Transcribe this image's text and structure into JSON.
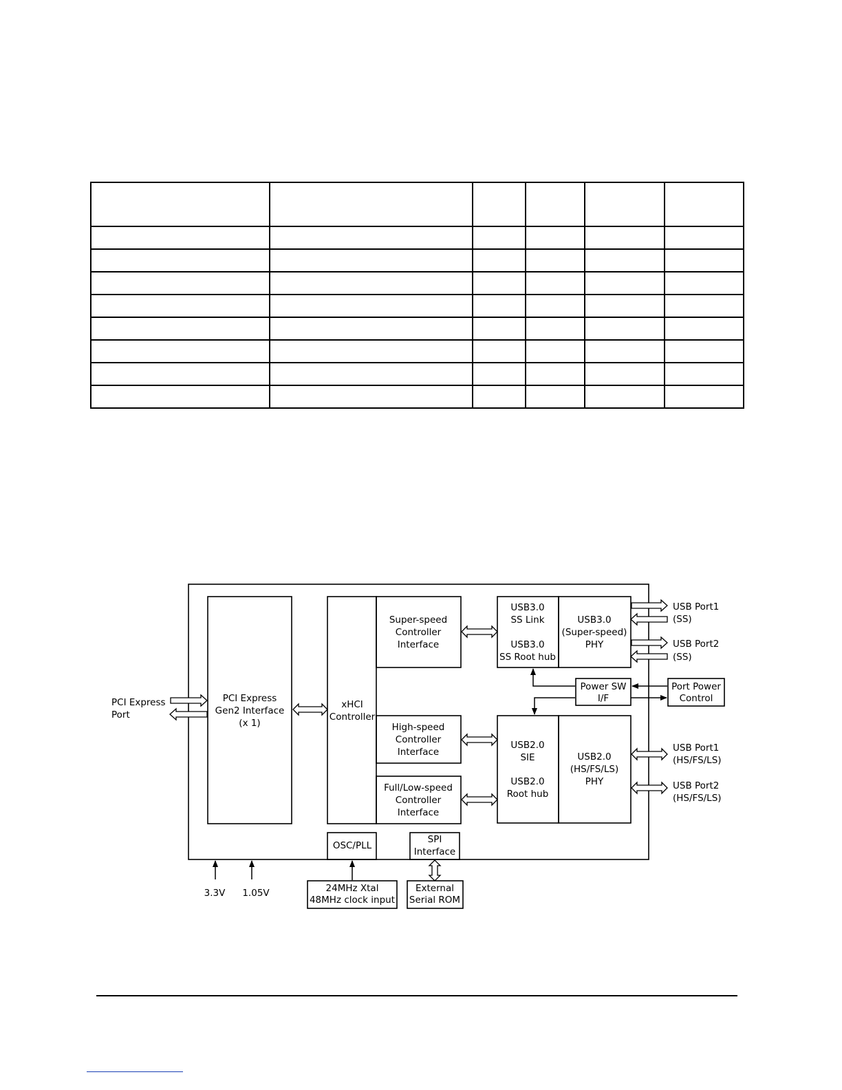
{
  "table": {
    "header_cells": [
      "",
      "",
      "",
      "",
      "",
      ""
    ],
    "rows": [
      [
        "",
        "",
        "",
        "",
        "",
        ""
      ],
      [
        "",
        "",
        "",
        "",
        "",
        ""
      ],
      [
        "",
        "",
        "",
        "",
        "",
        ""
      ],
      [
        "",
        "",
        "",
        "",
        "",
        ""
      ],
      [
        "",
        "",
        "",
        "",
        "",
        ""
      ],
      [
        "",
        "",
        "",
        "",
        "",
        ""
      ],
      [
        "",
        "",
        "",
        "",
        "",
        ""
      ],
      [
        "",
        "",
        "",
        "",
        "",
        ""
      ]
    ]
  },
  "diagram": {
    "pcie_interface": [
      "PCI Express",
      "Gen2 Interface",
      "(x 1)"
    ],
    "pcie_port": [
      "PCI Express",
      "Port"
    ],
    "xhci": [
      "xHCI",
      "Controller"
    ],
    "ss_controller": [
      "Super-speed",
      "Controller",
      "Interface"
    ],
    "hs_controller": [
      "High-speed",
      "Controller",
      "Interface"
    ],
    "fls_controller": [
      "Full/Low-speed",
      "Controller",
      "Interface"
    ],
    "usb3_link": [
      "USB3.0",
      "SS Link",
      "USB3.0",
      "SS Root hub"
    ],
    "usb3_phy": [
      "USB3.0",
      "(Super-speed)",
      "PHY"
    ],
    "usb2_sie": [
      "USB2.0",
      "SIE",
      "USB2.0",
      "Root hub"
    ],
    "usb2_phy": [
      "USB2.0",
      "(HS/FS/LS)",
      "PHY"
    ],
    "power_sw": [
      "Power SW",
      "I/F"
    ],
    "port_power": [
      "Port Power",
      "Control"
    ],
    "usb3_port1": [
      "USB Port1",
      "(SS)"
    ],
    "usb3_port2": [
      "USB Port2",
      "(SS)"
    ],
    "usb2_port1": [
      "USB Port1",
      "(HS/FS/LS)"
    ],
    "usb2_port2": [
      "USB Port2",
      "(HS/FS/LS)"
    ],
    "osc_pll": "OSC/PLL",
    "spi": [
      "SPI",
      "Interface"
    ],
    "xtal": [
      "24MHz Xtal",
      "48MHz clock input"
    ],
    "rom": [
      "External",
      "Serial ROM"
    ],
    "v33": "3.3V",
    "v105": "1.05V"
  }
}
